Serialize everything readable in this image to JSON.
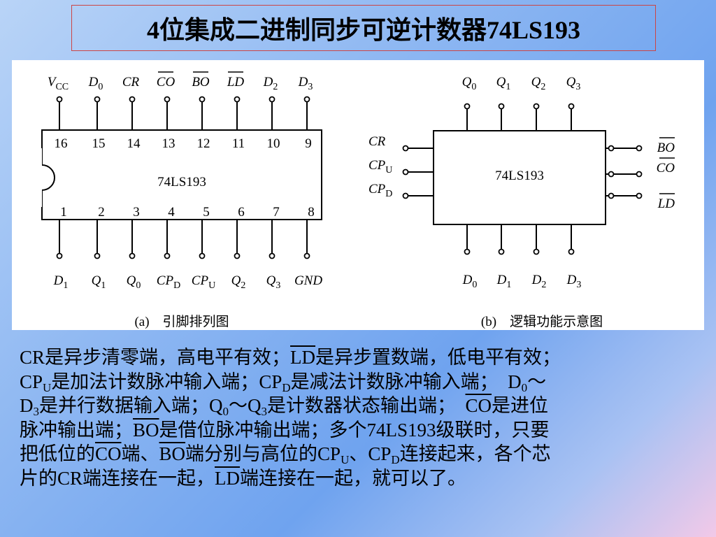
{
  "title": "4位集成二进制同步可逆计数器74LS193",
  "diagram_a": {
    "chip_label": "74LS193",
    "caption": "(a)　引脚排列图",
    "top_pins": [
      {
        "num": "16",
        "name": "V",
        "sub": "CC",
        "bar": false
      },
      {
        "num": "15",
        "name": "D",
        "sub": "0",
        "bar": false
      },
      {
        "num": "14",
        "name": "CR",
        "sub": "",
        "bar": false
      },
      {
        "num": "13",
        "name": "CO",
        "sub": "",
        "bar": true
      },
      {
        "num": "12",
        "name": "BO",
        "sub": "",
        "bar": true
      },
      {
        "num": "11",
        "name": "LD",
        "sub": "",
        "bar": true
      },
      {
        "num": "10",
        "name": "D",
        "sub": "2",
        "bar": false
      },
      {
        "num": "9",
        "name": "D",
        "sub": "3",
        "bar": false
      }
    ],
    "bottom_pins": [
      {
        "num": "1",
        "name": "D",
        "sub": "1",
        "bar": false
      },
      {
        "num": "2",
        "name": "Q",
        "sub": "1",
        "bar": false
      },
      {
        "num": "3",
        "name": "Q",
        "sub": "0",
        "bar": false
      },
      {
        "num": "4",
        "name": "CP",
        "sub": "D",
        "bar": false
      },
      {
        "num": "5",
        "name": "CP",
        "sub": "U",
        "bar": false
      },
      {
        "num": "6",
        "name": "Q",
        "sub": "2",
        "bar": false
      },
      {
        "num": "7",
        "name": "Q",
        "sub": "3",
        "bar": false
      },
      {
        "num": "8",
        "name": "GND",
        "sub": "",
        "bar": false
      }
    ]
  },
  "diagram_b": {
    "chip_label": "74LS193",
    "caption": "(b)　逻辑功能示意图",
    "top_pins": [
      {
        "name": "Q",
        "sub": "0"
      },
      {
        "name": "Q",
        "sub": "1"
      },
      {
        "name": "Q",
        "sub": "2"
      },
      {
        "name": "Q",
        "sub": "3"
      }
    ],
    "bottom_pins": [
      {
        "name": "D",
        "sub": "0"
      },
      {
        "name": "D",
        "sub": "1"
      },
      {
        "name": "D",
        "sub": "2"
      },
      {
        "name": "D",
        "sub": "3"
      }
    ],
    "left_pins": [
      {
        "name": "CR",
        "sub": "",
        "bar": false
      },
      {
        "name": "CP",
        "sub": "U",
        "bar": false
      },
      {
        "name": "CP",
        "sub": "D",
        "bar": false
      }
    ],
    "right_pins": [
      {
        "name": "BO",
        "sub": "",
        "bar": true
      },
      {
        "name": "CO",
        "sub": "",
        "bar": true
      },
      {
        "name": "LD",
        "sub": "",
        "bar": true
      }
    ]
  },
  "description": {
    "line1": [
      "CR",
      "是异步清零端，高电平有效；",
      "LD",
      "是异步置数端，低电平有效；"
    ],
    "line2": [
      "CP",
      "U",
      "是加法计数脉冲输入端；",
      "CP",
      "D",
      "是减法计数脉冲输入端；　D",
      "0",
      "～"
    ],
    "line3": [
      "D",
      "3",
      "是并行数据输入端；Q",
      "0",
      "～Q",
      "3",
      "是计数器状态输出端；　",
      "CO",
      "是进位"
    ],
    "line4": [
      "脉冲输出端；",
      "BO",
      "是借位脉冲输出端；多个74LS193级联时，只要"
    ],
    "line5": [
      "把低位的",
      "CO",
      "端、",
      "BO",
      "端分别与高位的CP",
      "U",
      "、CP",
      "D",
      "连接起来，各个芯"
    ],
    "line6": [
      "片的CR端连接在一起，",
      "LD",
      "端连接在一起，就可以了。"
    ]
  }
}
